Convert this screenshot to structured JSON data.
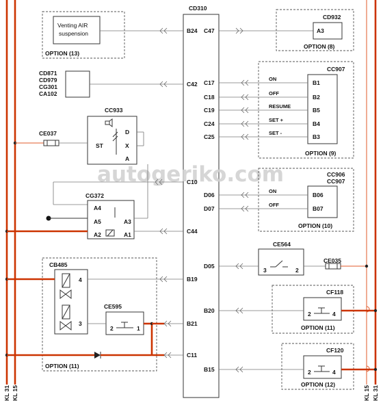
{
  "watermark": "autogeriko.com",
  "central": {
    "id": "CD310"
  },
  "rails": {
    "left_31": "KL 31",
    "left_15": "KL 15",
    "right_15": "KL 15",
    "right_31": "KL 31"
  },
  "venting": {
    "label_line1": "Venting AIR",
    "label_line2": "suspension",
    "option": "OPTION (13)"
  },
  "cd932": {
    "id": "CD932",
    "pin": "A3",
    "option": "OPTION (8)"
  },
  "group_ids": {
    "line1": "CD871",
    "line2": "CD979",
    "line3": "CG301",
    "line4": "CA102"
  },
  "cc907": {
    "id": "CC907",
    "option": "OPTION (9)",
    "rows": [
      {
        "cd_pin": "C17",
        "signal": "ON",
        "pin": "B1"
      },
      {
        "cd_pin": "C18",
        "signal": "OFF",
        "pin": "B2"
      },
      {
        "cd_pin": "C19",
        "signal": "RESUME",
        "pin": "B5"
      },
      {
        "cd_pin": "C24",
        "signal": "SET +",
        "pin": "B4"
      },
      {
        "cd_pin": "C25",
        "signal": "SET -",
        "pin": "B3"
      }
    ]
  },
  "cc933": {
    "id": "CC933",
    "pin_st": "ST",
    "pin_d": "D",
    "pin_x": "X",
    "pin_a": "A"
  },
  "ce037": {
    "id": "CE037"
  },
  "cd_pins": {
    "b24": "B24",
    "c47": "C47",
    "c42": "C42",
    "c10": "C10",
    "d06": "D06",
    "d07": "D07",
    "c44": "C44",
    "d05": "D05",
    "b19": "B19",
    "b20": "B20",
    "b21": "B21",
    "c11": "C11",
    "b15": "B15"
  },
  "cc906": {
    "id_line1": "CC906",
    "id_line2": "CC907",
    "option": "OPTION (10)",
    "rows": [
      {
        "signal": "ON",
        "pin": "B06"
      },
      {
        "signal": "OFF",
        "pin": "B07"
      }
    ]
  },
  "cg372": {
    "id": "CG372",
    "a4": "A4",
    "a5": "A5",
    "a3": "A3",
    "a2": "A2",
    "a1": "A1"
  },
  "ce564": {
    "id": "CE564",
    "pin3": "3",
    "pin2": "2"
  },
  "ce035": {
    "id": "CE035"
  },
  "cb485": {
    "id": "CB485",
    "pin4": "4",
    "pin3": "3",
    "option": "OPTION (11)"
  },
  "ce595": {
    "id": "CE595",
    "pin2": "2",
    "pin1": "1"
  },
  "cf118": {
    "id": "CF118",
    "pin2": "2",
    "pin4": "4",
    "option": "OPTION (11)"
  },
  "cf120": {
    "id": "CF120",
    "pin2": "2",
    "pin4": "4",
    "option": "OPTION (12)"
  }
}
